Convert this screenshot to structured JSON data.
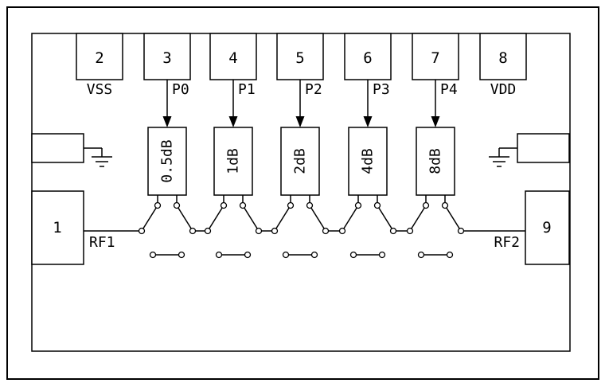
{
  "diagram": {
    "title": "digital-step-attenuator-functional-diagram",
    "top_pins": [
      {
        "number": "2",
        "label": "VSS"
      },
      {
        "number": "3",
        "label": "P0"
      },
      {
        "number": "4",
        "label": "P1"
      },
      {
        "number": "5",
        "label": "P2"
      },
      {
        "number": "6",
        "label": "P3"
      },
      {
        "number": "7",
        "label": "P4"
      },
      {
        "number": "8",
        "label": "VDD"
      }
    ],
    "left_pin": {
      "number": "1",
      "label": "RF1"
    },
    "right_pin": {
      "number": "9",
      "label": "RF2"
    },
    "attenuators": [
      "0.5dB",
      "1dB",
      "2dB",
      "4dB",
      "8dB"
    ]
  }
}
